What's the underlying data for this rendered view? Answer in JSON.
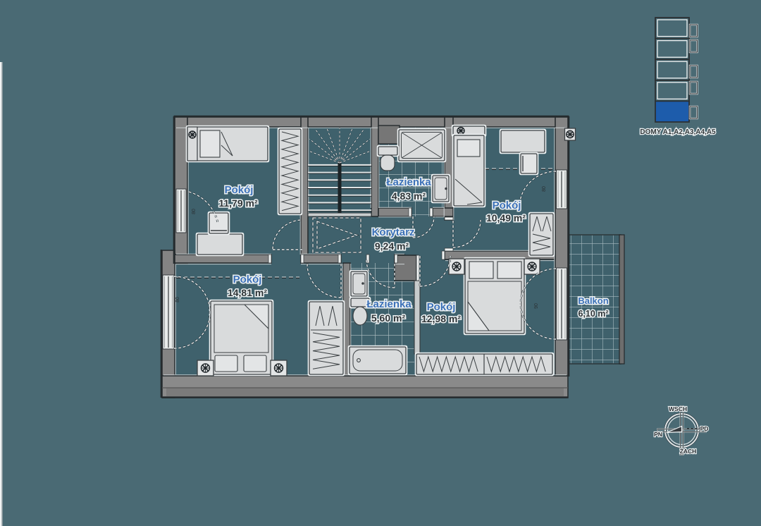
{
  "document": {
    "type": "architectural-floor-plan",
    "language": "pl"
  },
  "rooms": [
    {
      "name": "Pokój",
      "area": "11,79 m²"
    },
    {
      "name": "Łazienka",
      "area": "4,83 m²"
    },
    {
      "name": "Pokój",
      "area": "10,49 m²"
    },
    {
      "name": "Korytarz",
      "area": "9,24 m²"
    },
    {
      "name": "Pokój",
      "area": "14,81 m²"
    },
    {
      "name": "Łazienka",
      "area": "5,60 m²"
    },
    {
      "name": "Pokój",
      "area": "12,98 m²"
    },
    {
      "name": "Balkon",
      "area": "6,10 m²"
    }
  ],
  "legend": {
    "caption": "DOMY A1,A2,A3,A4,A5",
    "levels": 5,
    "highlighted_level_from_bottom": 1,
    "highlight_color": "#1d5cab"
  },
  "compass": {
    "top": "WSCH",
    "right": "PD",
    "bottom": "ZACH",
    "left": "PN"
  },
  "door_dimensions": [
    "80",
    "80",
    "90",
    "80"
  ],
  "colors": {
    "canvas_background": "#4a6a74",
    "room_floor": "#3f616c",
    "wall_fill": "#848484",
    "room_name_text": "#3c71b8",
    "room_area_text": "#2e3437"
  }
}
